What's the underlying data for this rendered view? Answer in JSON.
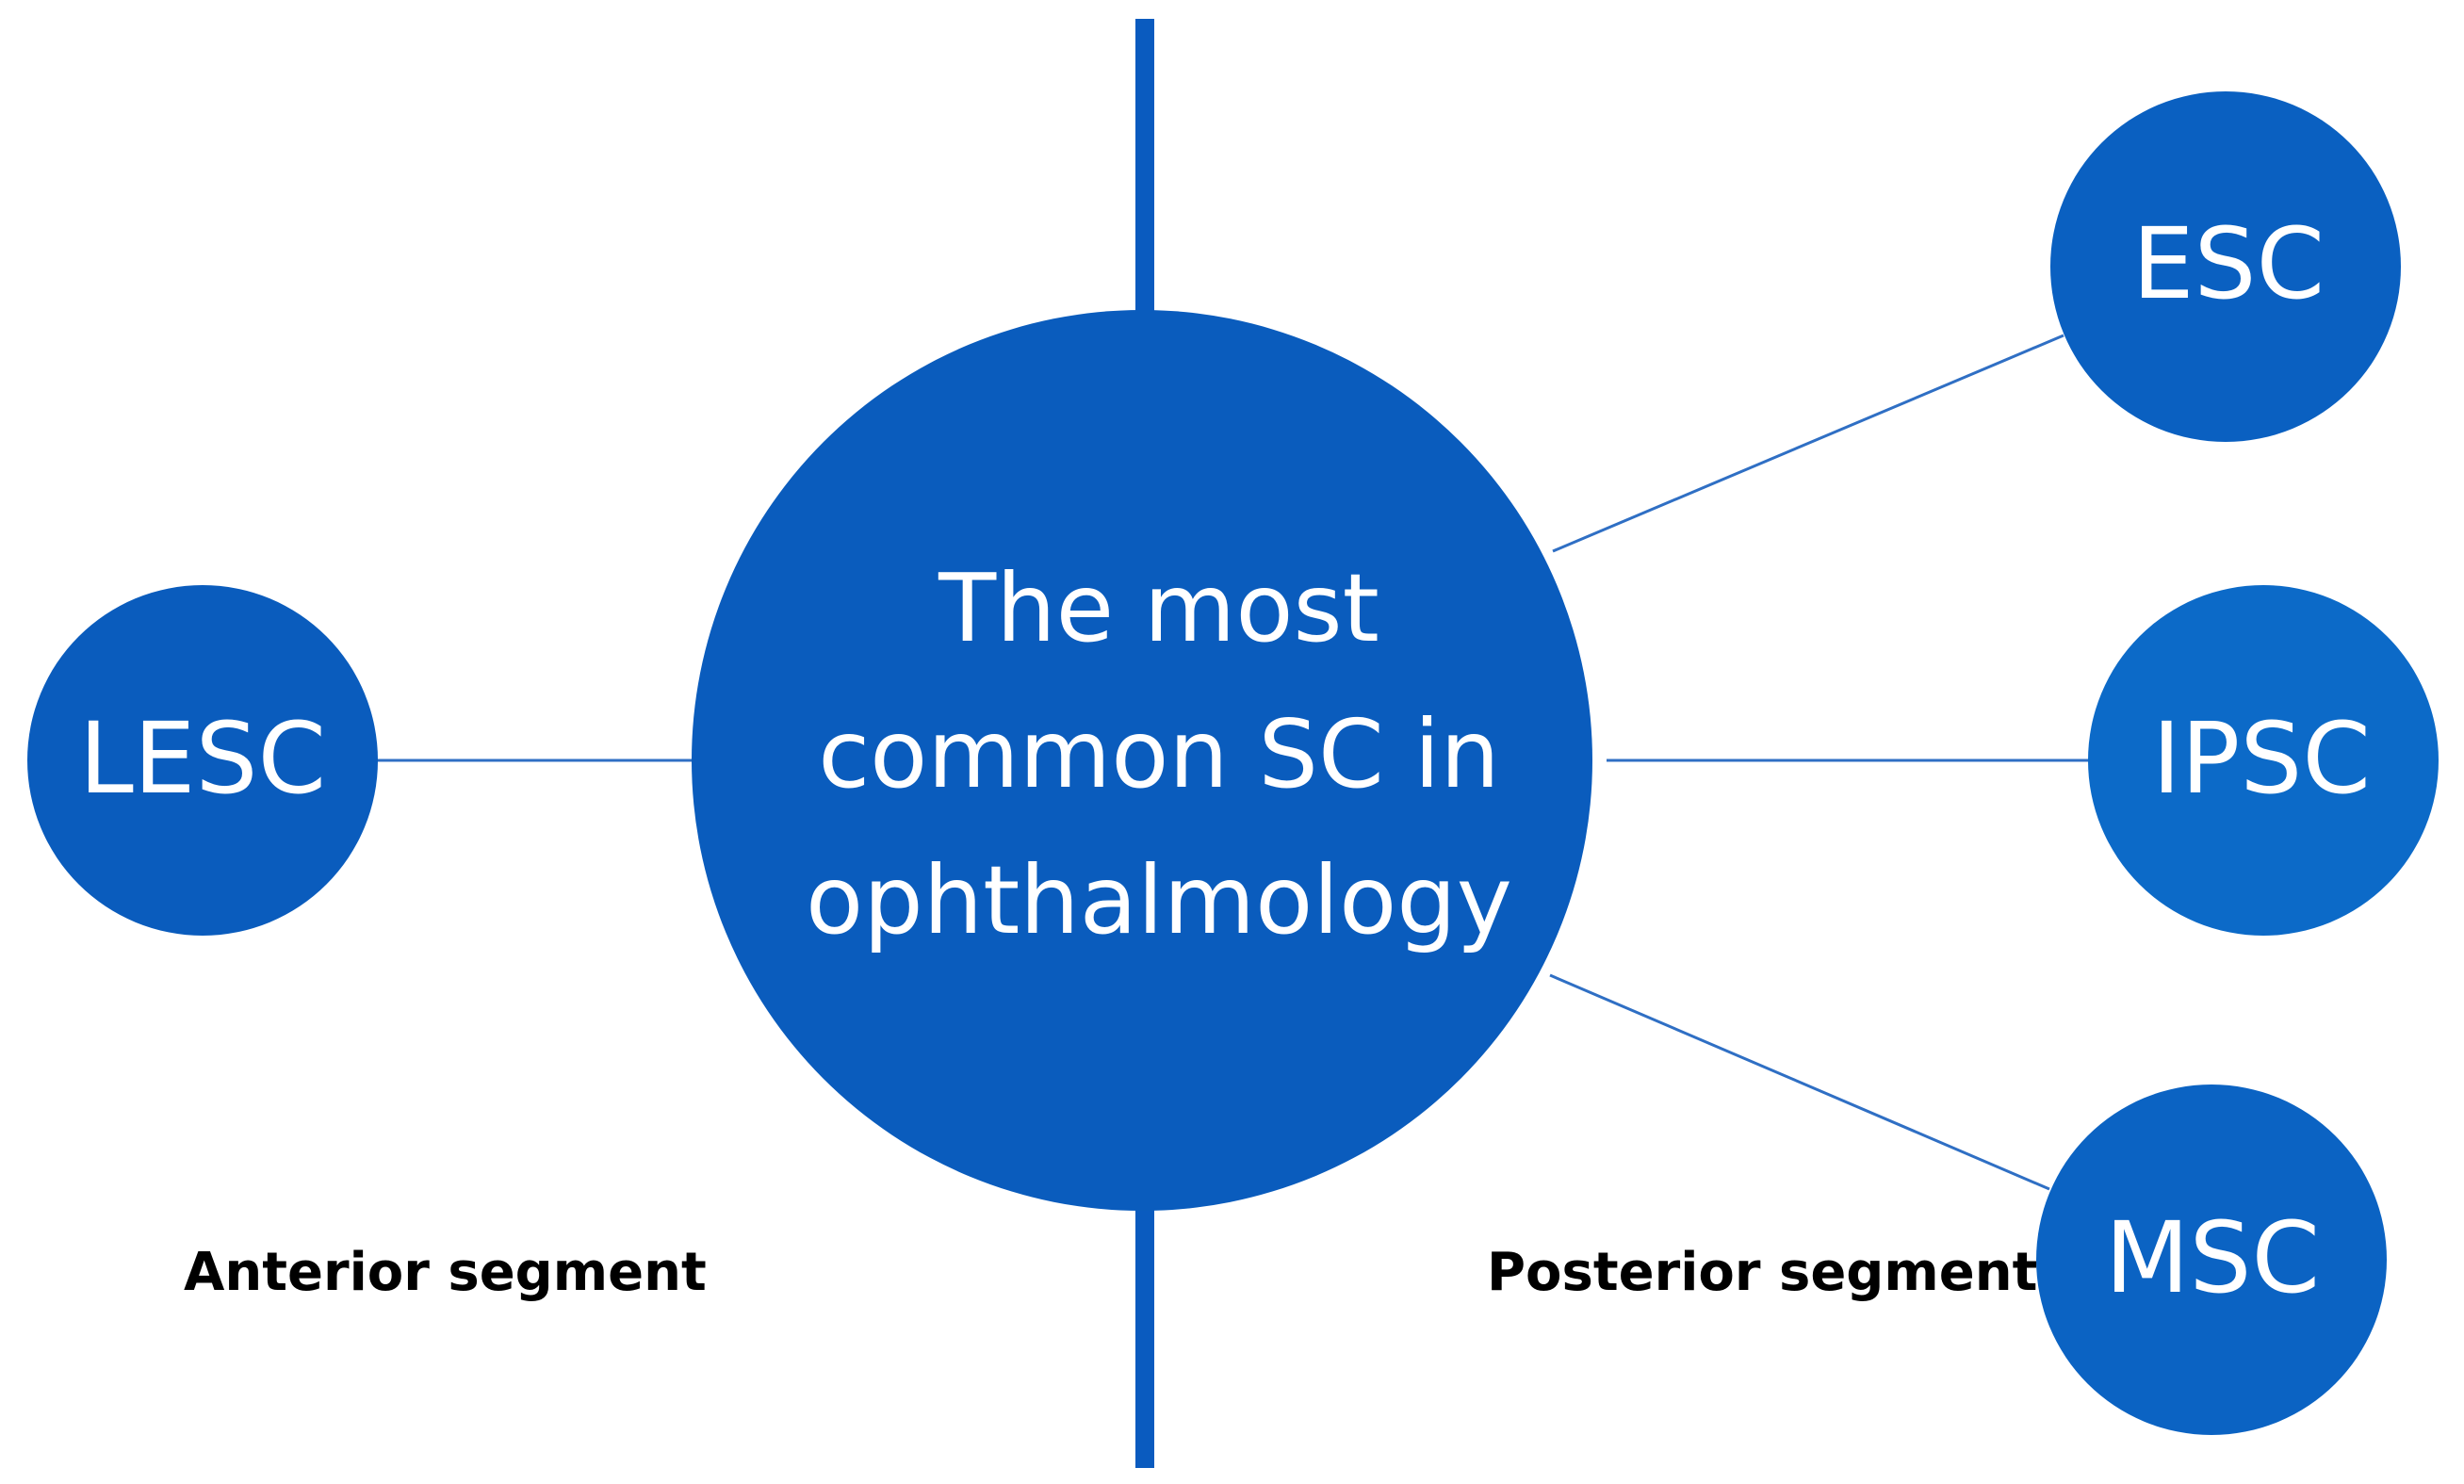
{
  "diagram": {
    "center_node": "The most\ncommon SC in\nophthalmology",
    "nodes": {
      "lesc": "LESC",
      "esc": "ESC",
      "ipsc": "IPSC",
      "msc": "MSC"
    },
    "segments": {
      "anterior": "Anterior segment",
      "posterior": "Posterior segment"
    },
    "colors": {
      "node_fill": "#0a5cbd",
      "connector": "#2f6fc4",
      "node_text": "#ffffff",
      "segment_text": "#000000"
    }
  }
}
